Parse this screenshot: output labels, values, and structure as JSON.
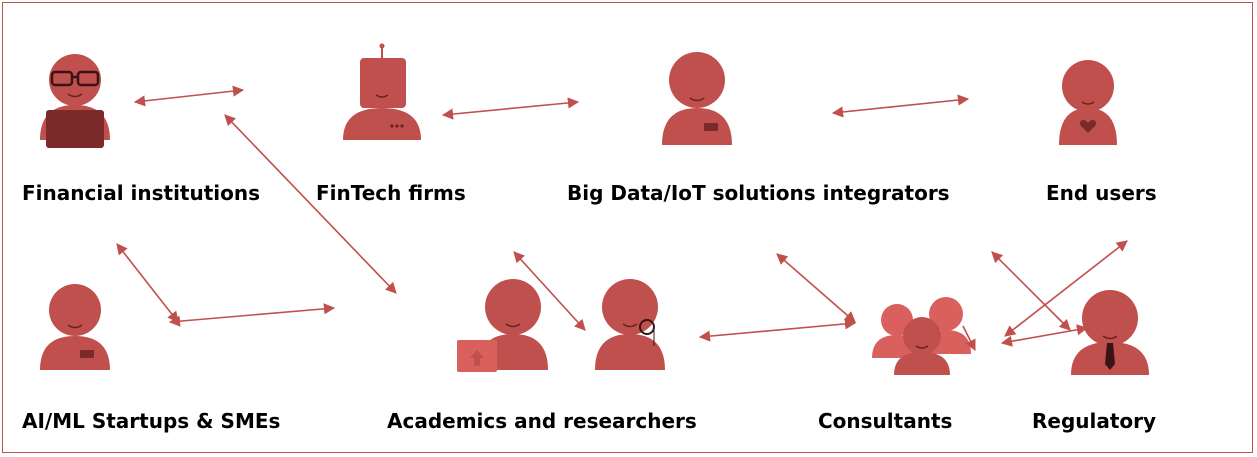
{
  "colors": {
    "figure": "#c0504d",
    "figure_light": "#d9605c",
    "figure_dark": "#7b2a29",
    "arrow": "#c0504d",
    "border": "#c0504d"
  },
  "actors": [
    {
      "id": "financial",
      "label": "Financial institutions",
      "icon": "person-with-glasses-and-laptop-icon"
    },
    {
      "id": "fintech",
      "label": "FinTech firms",
      "icon": "robot-icon"
    },
    {
      "id": "bigdata",
      "label": "Big Data/IoT solutions integrators",
      "icon": "person-with-badge-icon"
    },
    {
      "id": "endusers",
      "label": "End users",
      "icon": "person-with-heart-icon"
    },
    {
      "id": "aiml",
      "label": "AI/ML Startups & SMEs",
      "icon": "person-with-badge-icon"
    },
    {
      "id": "academics",
      "label": "Academics and researchers",
      "icon": "researchers-group-icon"
    },
    {
      "id": "consultants",
      "label": "Consultants",
      "icon": "people-group-icon"
    },
    {
      "id": "regulatory",
      "label": "Regulatory",
      "icon": "person-with-tie-icon"
    }
  ]
}
